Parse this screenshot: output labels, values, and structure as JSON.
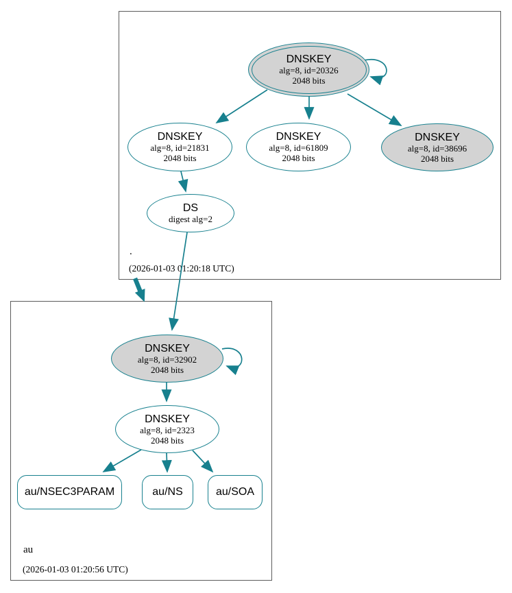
{
  "colors": {
    "edge": "#17808e",
    "kskfill": "#d3d3d3",
    "nodefill": "#ffffff",
    "cluster": "#5b5b5b",
    "text": "#000000"
  },
  "clusters": {
    "root": {
      "label": ".",
      "timestamp": "(2026-01-03 01:20:18 UTC)",
      "nodes": {
        "ksk20326": {
          "title": "DNSKEY",
          "detail1": "alg=8, id=20326",
          "detail2": "2048 bits"
        },
        "zsk21831": {
          "title": "DNSKEY",
          "detail1": "alg=8, id=21831",
          "detail2": "2048 bits"
        },
        "zsk61809": {
          "title": "DNSKEY",
          "detail1": "alg=8, id=61809",
          "detail2": "2048 bits"
        },
        "ksk38696": {
          "title": "DNSKEY",
          "detail1": "alg=8, id=38696",
          "detail2": "2048 bits"
        },
        "ds": {
          "title": "DS",
          "detail1": "digest alg=2"
        }
      }
    },
    "au": {
      "label": "au",
      "timestamp": "(2026-01-03 01:20:56 UTC)",
      "nodes": {
        "ksk32902": {
          "title": "DNSKEY",
          "detail1": "alg=8, id=32902",
          "detail2": "2048 bits"
        },
        "zsk2323": {
          "title": "DNSKEY",
          "detail1": "alg=8, id=2323",
          "detail2": "2048 bits"
        },
        "nsec3param": {
          "label": "au/NSEC3PARAM"
        },
        "ns": {
          "label": "au/NS"
        },
        "soa": {
          "label": "au/SOA"
        }
      }
    }
  }
}
